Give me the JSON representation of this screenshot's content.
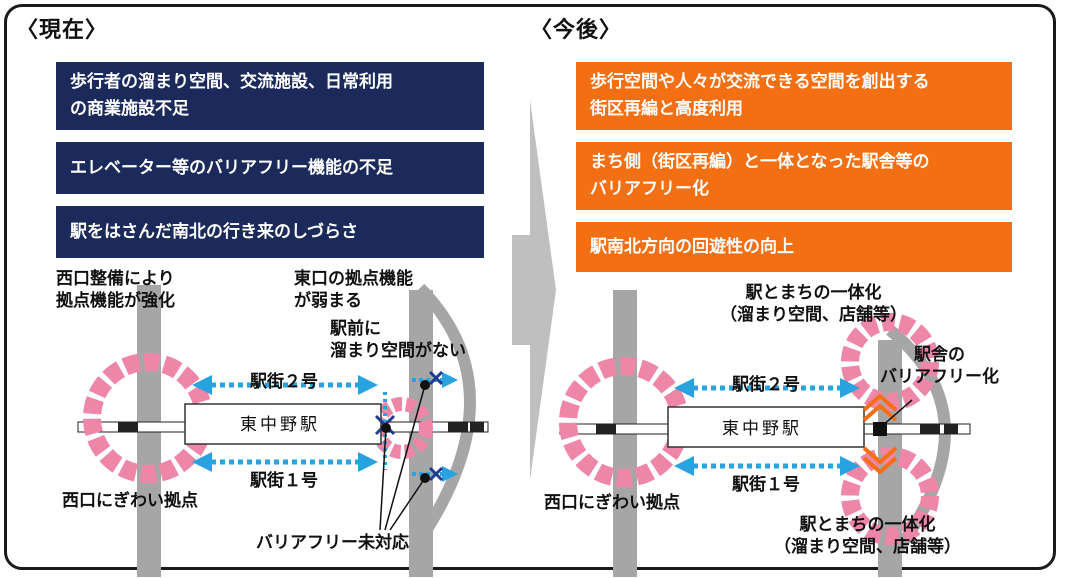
{
  "left": {
    "heading": "〈現在〉",
    "issues": [
      "歩行者の溜まり空間、交流施設、日常利用\nの商業施設不足",
      "エレベーター等のバリアフリー機能の不足",
      "駅をはさんだ南北の行き来のしづらさ"
    ],
    "labels": {
      "west_strengthen": "西口整備により\n拠点機能が強化",
      "east_weaken": "東口の拠点機能\nが弱まる",
      "no_space": "駅前に\n溜まり空間がない",
      "street2": "駅街２号",
      "street1": "駅街１号",
      "station": "東中野駅",
      "west_hub": "西口にぎわい拠点",
      "not_barrier_free": "バリアフリー未対応"
    }
  },
  "right": {
    "heading": "〈今後〉",
    "plans": [
      "歩行空間や人々が交流できる空間を創出する\n街区再編と高度利用",
      "まち側（街区再編）と一体となった駅舎等の\nバリアフリー化",
      "駅南北方向の回遊性の向上"
    ],
    "labels": {
      "integration_top": "駅とまちの一体化\n（溜まり空間、店舗等）",
      "station_bf": "駅舎の\nバリアフリー化",
      "street2": "駅街２号",
      "street1": "駅街１号",
      "station": "東中野駅",
      "west_hub": "西口にぎわい拠点",
      "integration_bottom": "駅とまちの一体化\n（溜まり空間、店舗等）"
    }
  },
  "colors": {
    "navy": "#1b2a5b",
    "orange": "#f36f13",
    "pink": "#ee86a8",
    "arrow_blue": "#29a3e0",
    "road_gray": "#a6a6a6",
    "x_mark": "#1f3c8f"
  }
}
